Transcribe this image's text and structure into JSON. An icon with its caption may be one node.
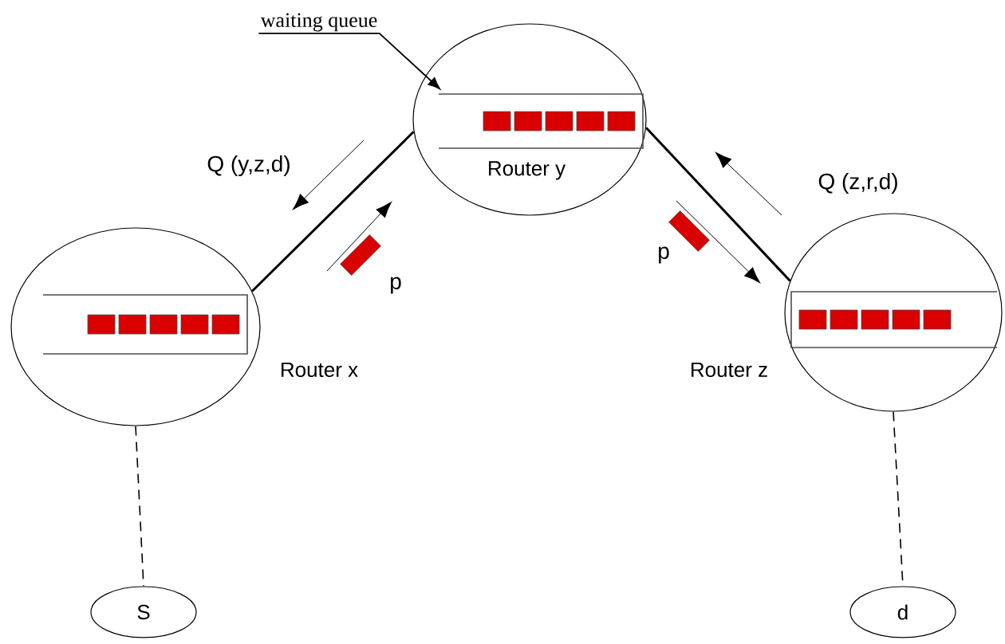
{
  "diagram": {
    "nodes": [
      {
        "text": [
          "Router x"
        ]
      },
      {
        "text": [],
        "shape": "box",
        "in": 0
      },
      {
        "text": [
          "Router y"
        ]
      },
      {
        "text": [],
        "shape": "box",
        "in": 2
      },
      {
        "text": [
          "Router z"
        ]
      },
      {
        "text": [],
        "shape": "box",
        "in": 4
      },
      {
        "text": [
          "S"
        ]
      },
      {
        "text": [
          "d"
        ]
      },
      {
        "text": [
          "waiting queue"
        ]
      }
    ],
    "edges": [
      {
        "from": 0,
        "to": 2,
        "arrow": "none"
      },
      {
        "from": 2,
        "to": 4,
        "arrow": "none"
      },
      {
        "from": 0,
        "to": 6,
        "arrow": "none",
        "style": "dashed"
      },
      {
        "from": 4,
        "to": 7,
        "arrow": "none",
        "style": "dashed"
      },
      {
        "from": 8,
        "to": 3,
        "arrow": "to"
      }
    ],
    "labels": [
      "Q (y,z,d)",
      "p",
      "Q (z,r,d)",
      "p"
    ]
  }
}
